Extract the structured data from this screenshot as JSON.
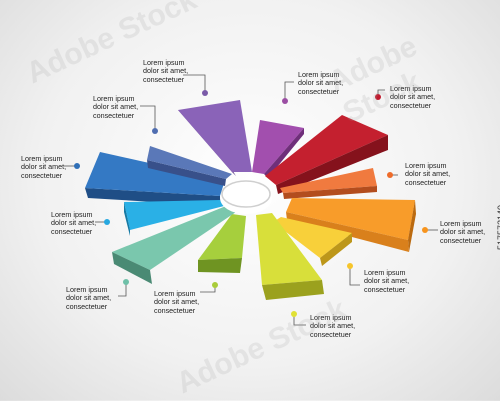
{
  "labels": [
    {
      "text": "Lorem ipsum\ndolor sit amet,\nconsectetuer",
      "color": "#7a5aa8"
    },
    {
      "text": "Lorem ipsum\ndolor sit amet,\nconsectetuer",
      "color": "#9b4ea3"
    },
    {
      "text": "Lorem ipsum\ndolor sit amet,\nconsectetuer",
      "color": "#c0192d"
    },
    {
      "text": "Lorem ipsum\ndolor sit amet,\nconsectetuer",
      "color": "#ee6b2a"
    },
    {
      "text": "Lorem ipsum\ndolor sit amet,\nconsectetuer",
      "color": "#f7941d"
    },
    {
      "text": "Lorem ipsum\ndolor sit amet,\nconsectetuer",
      "color": "#f6c52b"
    },
    {
      "text": "Lorem ipsum\ndolor sit amet,\nconsectetuer",
      "color": "#e0e134"
    },
    {
      "text": "Lorem ipsum\ndolor sit amet,\nconsectetuer",
      "color": "#a9cc3a"
    },
    {
      "text": "Lorem ipsum\ndolor sit amet,\nconsectetuer",
      "color": "#6fc0a8"
    },
    {
      "text": "Lorem ipsum\ndolor sit amet,\nconsectetuer",
      "color": "#27a8e0"
    },
    {
      "text": "Lorem ipsum\ndolor sit amet,\nconsectetuer",
      "color": "#2f6fb7"
    },
    {
      "text": "Lorem ipsum\ndolor sit amet,\nconsectetuer",
      "color": "#4f6db0"
    }
  ],
  "segment_colors": {
    "purple": {
      "top": "#8a63b8",
      "side": "#5e3f8a"
    },
    "magenta": {
      "top": "#a24fae",
      "side": "#6f2f7a"
    },
    "red": {
      "top": "#c4202f",
      "side": "#85121c"
    },
    "orange_red": {
      "top": "#f07a3f",
      "side": "#b34d1e"
    },
    "orange": {
      "top": "#f89c2a",
      "side": "#bb6a10"
    },
    "yellow": {
      "top": "#f8d03a",
      "side": "#bd971a"
    },
    "lime": {
      "top": "#d8df3a",
      "side": "#9ba11e"
    },
    "green": {
      "top": "#a6cf3d",
      "side": "#6f9422"
    },
    "teal": {
      "top": "#7ac7ad",
      "side": "#4a8a74"
    },
    "sky": {
      "top": "#2ab0e6",
      "side": "#157aa4"
    },
    "blue": {
      "top": "#3479c4",
      "side": "#1f4e86"
    },
    "slate": {
      "top": "#5a78b8",
      "side": "#38508a"
    }
  },
  "side_id": "517572149",
  "watermark": "Adobe Stock"
}
